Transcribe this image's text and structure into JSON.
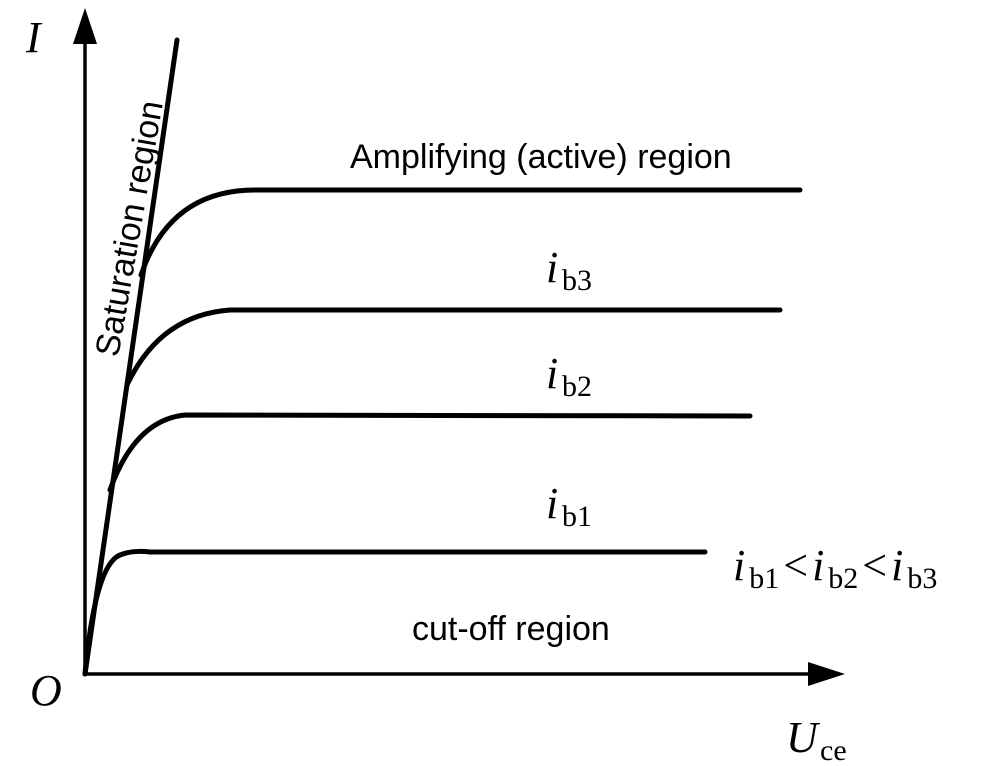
{
  "axes": {
    "y_label": "I",
    "x_label_main": "U",
    "x_label_sub": "ce",
    "origin_label": "O"
  },
  "regions": {
    "saturation": "Saturation region",
    "amplifying": "Amplifying (active) region",
    "cutoff": "cut-off region"
  },
  "curves": [
    {
      "label_main": "i",
      "label_sub": "b1"
    },
    {
      "label_main": "i",
      "label_sub": "b2"
    },
    {
      "label_main": "i",
      "label_sub": "b3"
    }
  ],
  "inequality": {
    "part1_main": "i",
    "part1_sub": "b1",
    "op1": "<",
    "part2_main": "i",
    "part2_sub": "b2",
    "op2": "<",
    "part3_main": "i",
    "part3_sub": "b3"
  }
}
